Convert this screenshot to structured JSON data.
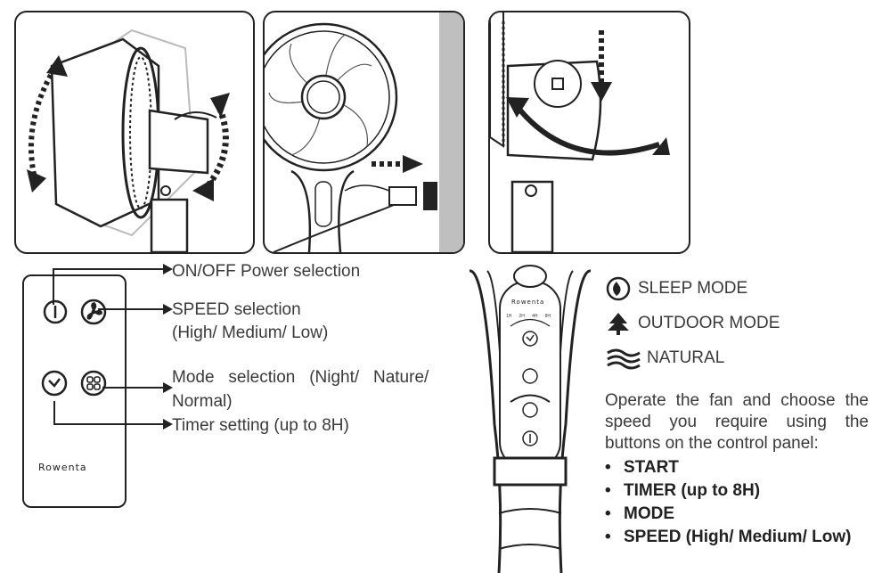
{
  "remote": {
    "brand": "Rowenta",
    "labels": {
      "power": "ON/OFF Power selection",
      "speed_line1": "SPEED selection",
      "speed_line2": "(High/ Medium/ Low)",
      "mode_line1": "Mode   selection   (Night/   Nature/",
      "mode_line2": "Normal)",
      "timer": "Timer setting (up to 8H)"
    }
  },
  "panel": {
    "brand": "Rowenta",
    "timer_ticks": [
      "1H",
      "2H",
      "4H",
      "8H"
    ]
  },
  "modes": [
    {
      "icon": "sleep-mode-icon",
      "label": "SLEEP MODE"
    },
    {
      "icon": "outdoor-mode-icon",
      "label": "OUTDOOR MODE"
    },
    {
      "icon": "natural-mode-icon",
      "label": "NATURAL"
    }
  ],
  "instructions": {
    "text": "Operate the fan and choose the speed you require using the buttons on the control panel:",
    "steps": [
      "START",
      "TIMER (up to 8H)",
      "MODE",
      "SPEED (High/ Medium/ Low)"
    ]
  }
}
